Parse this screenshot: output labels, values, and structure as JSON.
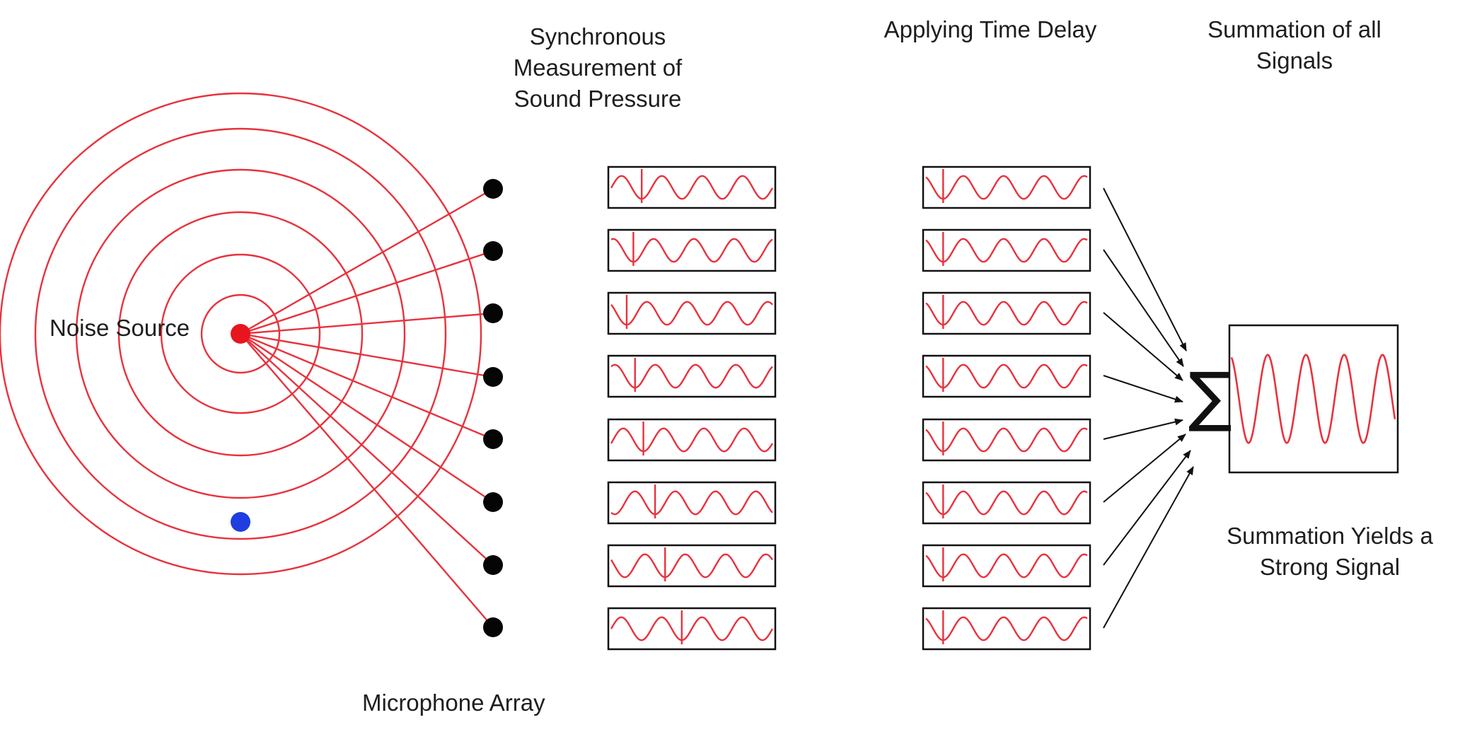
{
  "labels": {
    "noise_source": "Noise Source",
    "microphone_array": "Microphone Array",
    "synchronous_measurement": [
      "Synchronous",
      "Measurement of",
      "Sound Pressure"
    ],
    "applying_time_delay": "Applying Time Delay",
    "summation_of_all": [
      "Summation of all",
      "Signals"
    ],
    "summation_yields": [
      "Summation Yields a",
      "Strong Signal"
    ],
    "sigma_symbol": "∑"
  },
  "colors": {
    "wave": "#e8323c",
    "source": "#e8141e",
    "second_source": "#1f3de0",
    "microphone": "#050505",
    "box_border": "#111111",
    "arrow": "#111111"
  },
  "microphone_count": 8,
  "wavefront_ring_count": 6,
  "measured_signal_onsets": [
    0.2,
    0.15,
    0.11,
    0.16,
    0.21,
    0.28,
    0.34,
    0.44
  ],
  "delayed_signal_onset": 0.12,
  "summed_signal_cycles": 4.4
}
